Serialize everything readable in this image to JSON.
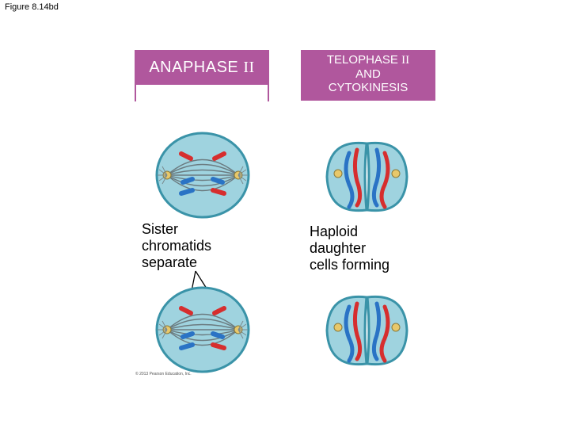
{
  "figure_label": "Figure 8.14bd",
  "anaphase": {
    "title_prefix": "ANAPHASE",
    "title_roman": "II",
    "caption_lines": [
      "Sister",
      "chromatids",
      "separate"
    ]
  },
  "telophase": {
    "title_line1_prefix": "TELOPHASE",
    "title_line1_roman": "II",
    "title_line2": "AND",
    "title_line3": "CYTOKINESIS",
    "caption_lines": [
      "Haploid",
      "daughter",
      "cells forming"
    ]
  },
  "copyright": "© 2013 Pearson Education, Inc.",
  "colors": {
    "header": "#b0579d",
    "cell_fill": "#9fd3df",
    "cell_edge": "#3a93a8",
    "chromosome_red": "#d62e2e",
    "chromosome_blue": "#2a73c5"
  }
}
